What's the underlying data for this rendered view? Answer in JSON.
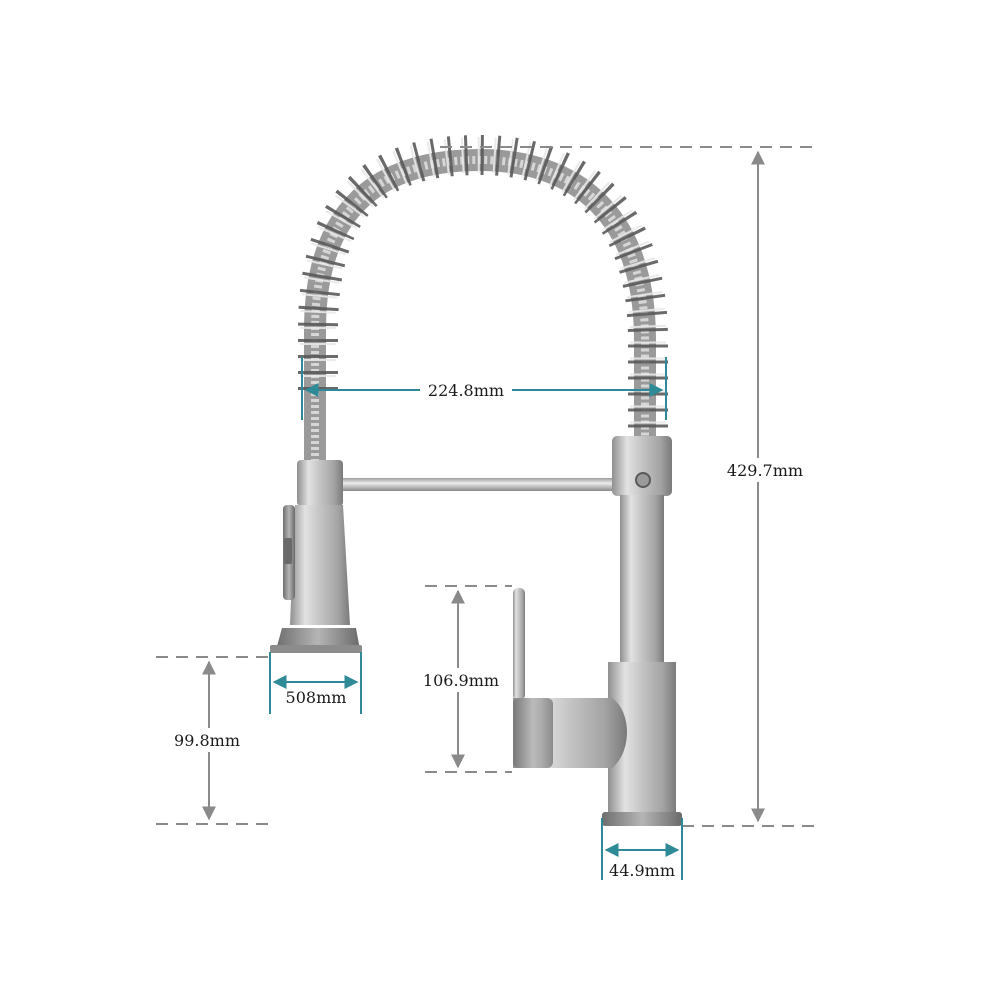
{
  "diagram": {
    "subject_icon": "kitchen-faucet-icon",
    "dimensions": {
      "spout_reach": "224.8mm",
      "total_height": "429.7mm",
      "spray_head_width": "508mm",
      "spray_head_drop": "99.8mm",
      "handle_height": "106.9mm",
      "base_diameter": "44.9mm"
    },
    "colors": {
      "width_dimension": "#2e8a97",
      "height_dimension": "#8a8a8a",
      "metal": "#bcbcbc",
      "label_text": "#1a1a1a"
    }
  }
}
